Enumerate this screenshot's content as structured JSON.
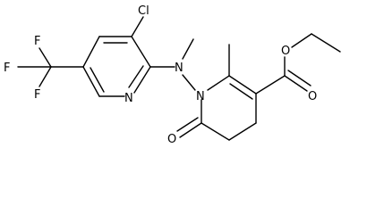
{
  "structure": {
    "atoms": {
      "cl": "Cl",
      "f_top": "F",
      "f_left": "F",
      "f_bottom": "F",
      "n_pyridine": "N",
      "n_amine": "N",
      "n_ring": "N",
      "o_ketone": "O",
      "o_ester_single": "O",
      "o_ester_double": "O"
    }
  },
  "colors": {
    "bond": "#000000",
    "label": "#000000",
    "background": "#ffffff"
  }
}
